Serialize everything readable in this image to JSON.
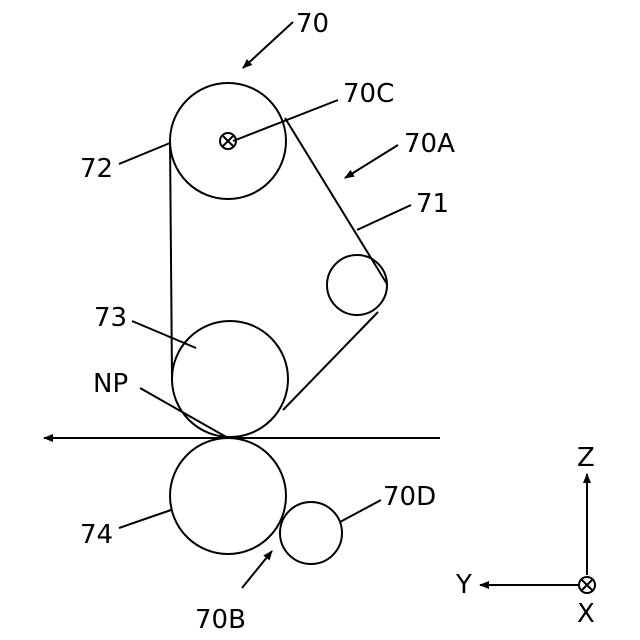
{
  "labels": {
    "unit": "70",
    "upper_unit": "70A",
    "lower_unit": "70B",
    "axis_center": "70C",
    "small_roller": "70D",
    "belt": "71",
    "top_roller": "72",
    "nip_roller": "73",
    "bottom_roller": "74",
    "nip": "NP"
  },
  "axes": {
    "z": "Z",
    "y": "Y",
    "x": "X"
  }
}
